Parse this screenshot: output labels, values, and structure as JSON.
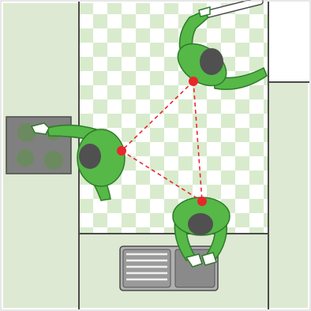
{
  "diagram": {
    "kind": "kitchen work triangle (top-down view)",
    "colors": {
      "counter": "#dde9d2",
      "floor_check_light": "#ffffff",
      "floor_check_dark": "#d9ebcd",
      "wall_line": "#4a4a4a",
      "person_body": "#55b847",
      "person_outline": "#2f7a2a",
      "person_head": "#505050",
      "triangle_point": "#e8262c",
      "triangle_line": "#e8262c",
      "appliance_dark": "#808080",
      "burner": "#6c8a5f",
      "sink": "#8a8a8a"
    },
    "icons": [
      "cooktop-icon",
      "sink-icon",
      "refrigerator-handle-icon"
    ],
    "figures": [
      "person-at-refrigerator",
      "person-at-cooktop",
      "person-at-sink"
    ],
    "triangle_points": 3
  }
}
